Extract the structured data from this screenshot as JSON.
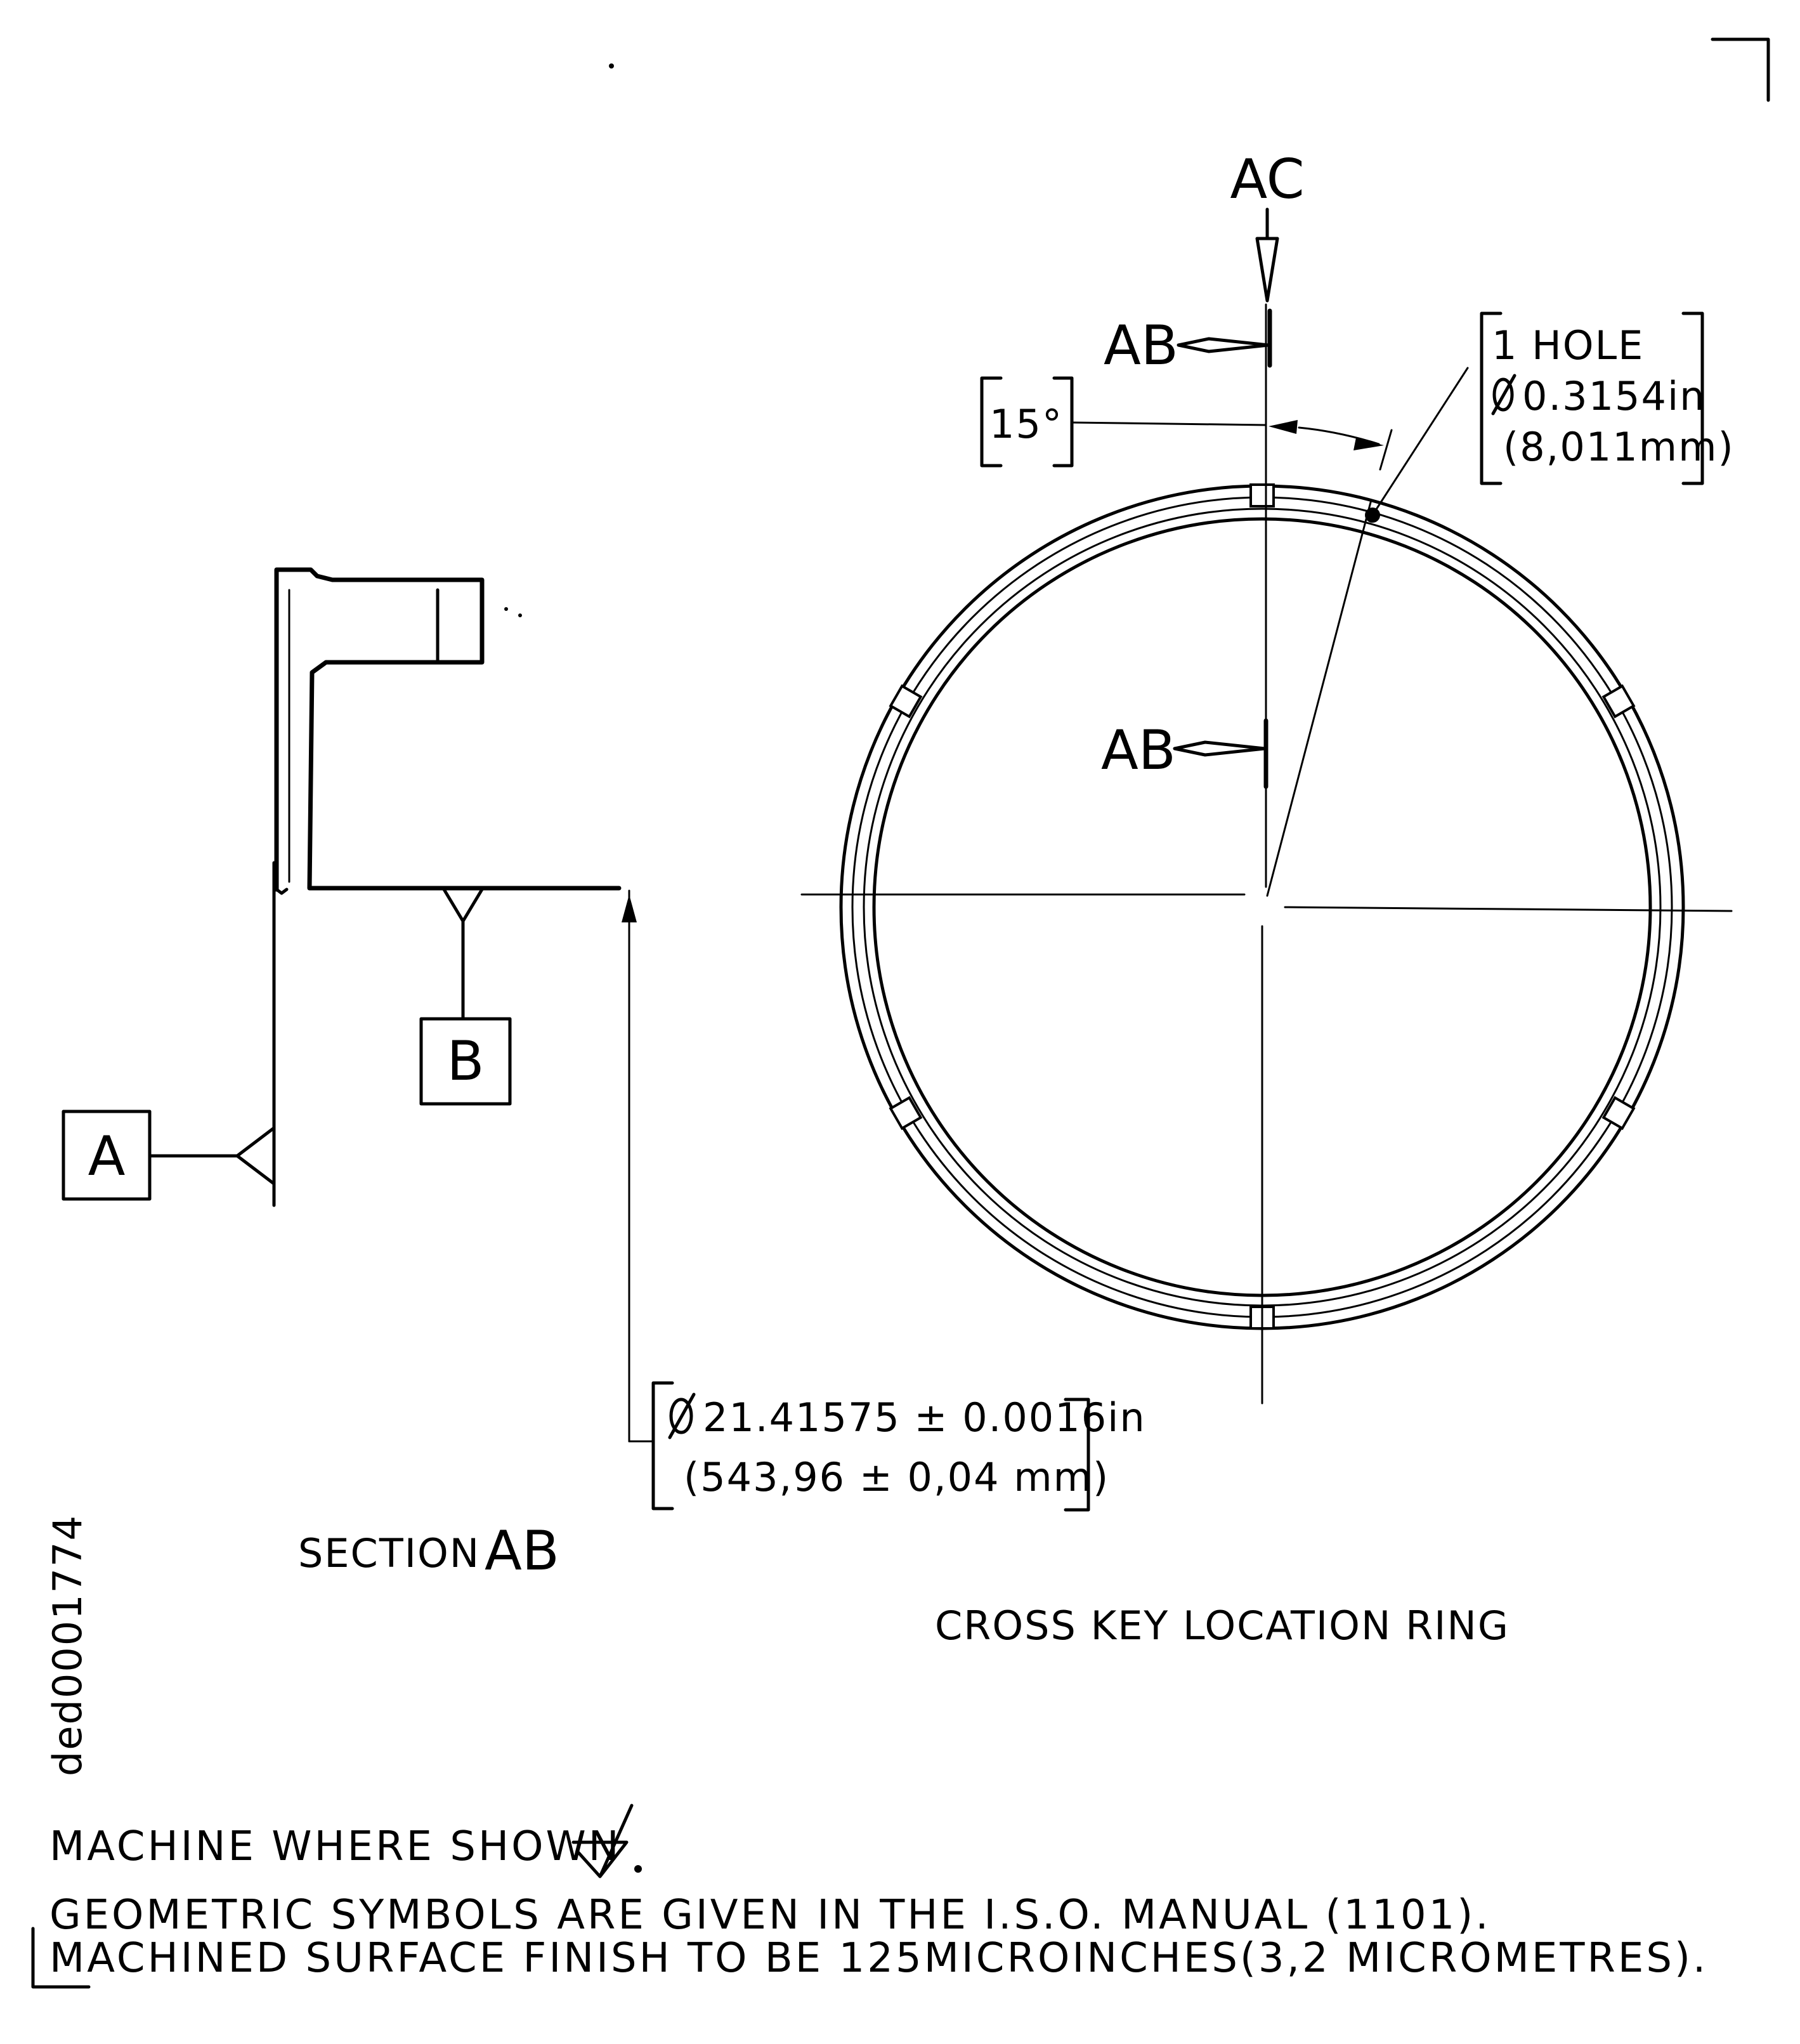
{
  "drawing": {
    "section_labels": {
      "top": "AC",
      "upper": "AB",
      "lower": "AB"
    },
    "angle_callout": "15°",
    "hole_callout": {
      "line1": "1 HOLE",
      "line2": "0.3154in",
      "line3": "(8,011mm)"
    },
    "datums": {
      "a": "A",
      "b": "B"
    },
    "diameter_callout": {
      "line1": "21.41575 ± 0.0016in",
      "line2": "(543,96 ± 0,04 mm)"
    },
    "section_title_prefix": "SECTION",
    "section_title_id": "AB",
    "view_title": "CROSS KEY LOCATION RING",
    "drawing_id": "ded0001774",
    "notes": [
      "MACHINE WHERE SHOWN",
      "GEOMETRIC SYMBOLS ARE GIVEN IN THE I.S.O. MANUAL (1101).",
      "MACHINED SURFACE FINISH TO BE 125MICROINCHES(3,2 MICROMETRES)."
    ]
  }
}
